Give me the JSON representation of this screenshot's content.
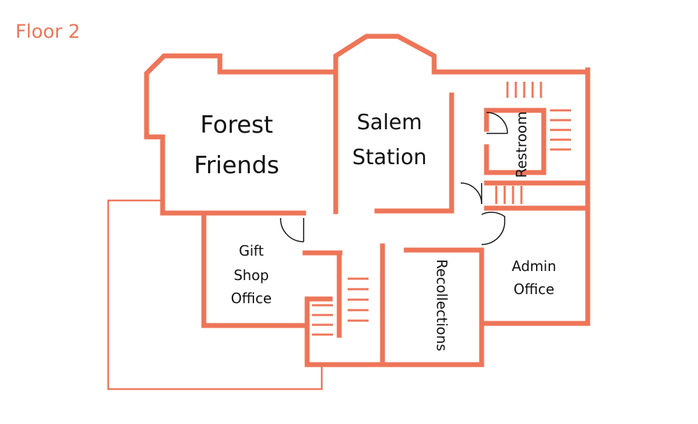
{
  "floor_label": "Floor 2",
  "colors": {
    "wall": "#ee7558",
    "door": "#111111",
    "background": "#ffffff"
  },
  "rooms": {
    "forest_friends": {
      "line1": "Forest",
      "line2": "Friends"
    },
    "salem_station": {
      "line1": "Salem",
      "line2": "Station"
    },
    "restroom": {
      "label": "Restroom"
    },
    "gift_shop_office": {
      "line1": "Gift",
      "line2": "Shop",
      "line3": "Office"
    },
    "recollections": {
      "label": "Recollections"
    },
    "admin_office": {
      "line1": "Admin",
      "line2": "Office"
    }
  }
}
